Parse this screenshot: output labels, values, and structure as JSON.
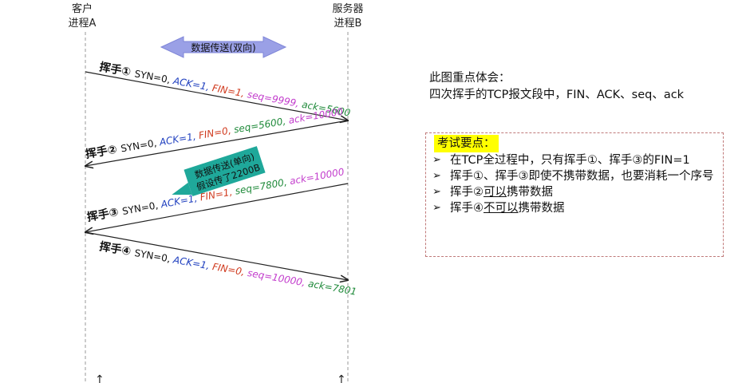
{
  "processes": {
    "a": [
      "客户",
      "进程A"
    ],
    "b": [
      "服务器",
      "进程B"
    ]
  },
  "transfer_two_way": "数据传送(双向)",
  "transfer_one_way": [
    "数据传送(单向)",
    "假设传了2200B"
  ],
  "handshakes": [
    {
      "label": "挥手①",
      "fields": [
        {
          "text": "SYN=0,",
          "color": "#111111"
        },
        {
          "text": "ACK=1,",
          "color": "#1f3fbf"
        },
        {
          "text": "FIN=1,",
          "color": "#d03a1e"
        },
        {
          "text": "seq=9999,",
          "color": "#c23ccc"
        },
        {
          "text": "ack=5600",
          "color": "#1f8a3a"
        }
      ]
    },
    {
      "label": "挥手②",
      "fields": [
        {
          "text": "SYN=0,",
          "color": "#111111"
        },
        {
          "text": "ACK=1,",
          "color": "#1f3fbf"
        },
        {
          "text": "FIN=0,",
          "color": "#d03a1e"
        },
        {
          "text": "seq=5600,",
          "color": "#1f8a3a"
        },
        {
          "text": "ack=10000",
          "color": "#c23ccc"
        }
      ]
    },
    {
      "label": "挥手③",
      "fields": [
        {
          "text": "SYN=0,",
          "color": "#111111"
        },
        {
          "text": "ACK=1,",
          "color": "#1f3fbf"
        },
        {
          "text": "FIN=1,",
          "color": "#d03a1e"
        },
        {
          "text": "seq=7800,",
          "color": "#1f8a3a"
        },
        {
          "text": "ack=10000",
          "color": "#c23ccc"
        }
      ]
    },
    {
      "label": "挥手④",
      "fields": [
        {
          "text": "SYN=0,",
          "color": "#111111"
        },
        {
          "text": "ACK=1,",
          "color": "#1f3fbf"
        },
        {
          "text": "FIN=0,",
          "color": "#d03a1e"
        },
        {
          "text": "seq=10000,",
          "color": "#c23ccc"
        },
        {
          "text": "ack=7801",
          "color": "#1f8a3a"
        }
      ]
    }
  ],
  "notes": {
    "line1": "此图重点体会：",
    "line2": "四次挥手的TCP报文段中，FIN、ACK、seq、ack"
  },
  "exam": {
    "title": "考试要点：",
    "items": [
      {
        "parts": [
          {
            "t": "在TCP全过程中，只有挥手①、挥手③的FIN=1",
            "u": false
          }
        ]
      },
      {
        "parts": [
          {
            "t": "挥手①、挥手③即使不携带数据，也要消耗一个序号",
            "u": false
          }
        ]
      },
      {
        "parts": [
          {
            "t": "挥手②",
            "u": false
          },
          {
            "t": "可以",
            "u": true
          },
          {
            "t": "携带数据",
            "u": false
          }
        ]
      },
      {
        "parts": [
          {
            "t": "挥手④",
            "u": false
          },
          {
            "t": "不可以",
            "u": true
          },
          {
            "t": "携带数据",
            "u": false
          }
        ]
      }
    ]
  },
  "colors": {
    "two_way_fill": "#9aa0e6",
    "one_way_fill": "#1fa89a",
    "arrow_line": "#222222",
    "lifeline": "#9a9a9a"
  }
}
